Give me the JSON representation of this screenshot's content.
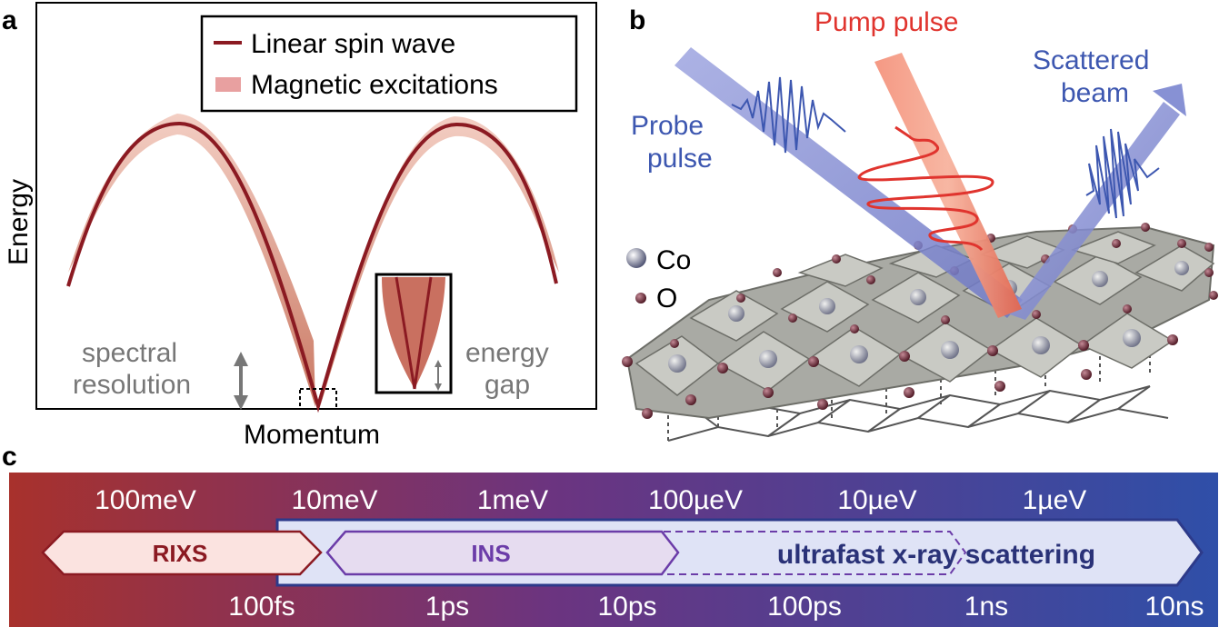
{
  "panel_a": {
    "label": "a",
    "y_axis": "Energy",
    "x_axis": "Momentum",
    "legend": [
      {
        "label": "Linear spin wave",
        "color": "#8b1a22"
      },
      {
        "label": "Magnetic excitations",
        "color": "#e8a0a0"
      }
    ],
    "annotation_left": [
      "spectral",
      "resolution"
    ],
    "annotation_right": [
      "energy",
      "gap"
    ]
  },
  "panel_b": {
    "label": "b",
    "pump_label": "Pump pulse",
    "probe_label": [
      "Probe",
      "pulse"
    ],
    "scattered_label": [
      "Scattered",
      "beam"
    ],
    "atom_legend": [
      {
        "label": "Co",
        "color": "#9da2b8"
      },
      {
        "label": "O",
        "color": "#6b2a36"
      }
    ],
    "colors": {
      "pump": "#e0342e",
      "probe": "#3d57b0"
    }
  },
  "panel_c": {
    "label": "c",
    "energy_ticks": [
      "100meV",
      "10meV",
      "1meV",
      "100µeV",
      "10µeV",
      "1µeV"
    ],
    "time_ticks": [
      "100fs",
      "1ps",
      "10ps",
      "100ps",
      "1ns",
      "10ns"
    ],
    "techniques": {
      "rixs": "RIXS",
      "ins": "INS",
      "ultrafast": "ultrafast x-ray scattering"
    },
    "colors": {
      "left": "#a8312c",
      "mid": "#6b3480",
      "right": "#2f4fa8"
    }
  }
}
